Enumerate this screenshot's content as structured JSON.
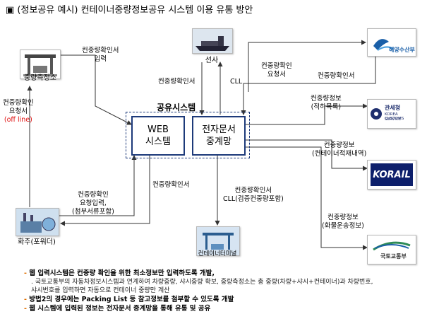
{
  "title": "▣ (정보공유 예시) 컨테이너중량정보공유 시스템 이용 유통 방안",
  "center": {
    "caption": "공유시스템",
    "web_line1": "WEB",
    "web_line2": "시스템",
    "edi_line1": "전자문서",
    "edi_line2": "중계망"
  },
  "nodes": {
    "weigh_station": "중량측정소",
    "carrier": "선사",
    "shipper": "화주(포워더)",
    "terminal": "컨테이너터미널",
    "mof": "해양수산부",
    "customs_line1": "관세청",
    "customs_line2": "KOREA CUSTOMS",
    "customs_line3": "SERVICE",
    "korail": "KORAIL",
    "molit": "국토교통부"
  },
  "labels": {
    "ws_input_1": "컨중량확인서",
    "ws_input_2": "입력",
    "req_1": "컨중량확인",
    "req_2": "요청서",
    "req_3": "(off line)",
    "carrier_cert": "컨중량확인서",
    "cll": "CLL",
    "mof_req_1": "컨중량확인",
    "mof_req_2": "요청서",
    "mof_cert": "컨중량확인서",
    "customs_1": "컨중량정보",
    "customs_2": "(적하목록)",
    "korail_1": "컨중량정보",
    "korail_2": "(컨테이너적재내역)",
    "shipper_1": "컨중량확인",
    "shipper_2": "요청입력,",
    "shipper_3": "(첨부서류포함)",
    "web_to_shipper": "컨중량확인서",
    "terminal_1": "컨중량확인서",
    "terminal_2": "CLL(검증컨중량포함)",
    "molit_1": "컨중량정보",
    "molit_2": "(화물운송정보)"
  },
  "notes": [
    {
      "prefix": "- ",
      "text": "웹 입력시스템은 컨중량 확인을 위한 최소정보만 입력하도록 개발,"
    },
    {
      "prefix": ". ",
      "text": "국토교통부의 자동차정보시스템과 연계하여 차량중량, 샤시중량 확보, 중량측정소는 총 중량(차량+샤시+컨테이너)과 차량번호,"
    },
    {
      "prefix": "",
      "text": "샤시번호를 입력하면 자동으로 컨테이너 중량만 계산"
    },
    {
      "prefix": "- ",
      "text": "방법2의 경우에는 Packing List 등 참고정보를 첨부할 수 있도록 개발"
    },
    {
      "prefix": "- ",
      "text": "웹 시스템에 입력된 정보는 전자문서 중계망을 통해 유통 및 공유"
    }
  ],
  "colors": {
    "accent": "#1d3a7a",
    "line": "#333333",
    "red": "#e01010",
    "mof_blue": "#1a5fa8",
    "customs_navy": "#1f2f6e",
    "korail_navy": "#0d1f6b",
    "molit_green": "#2e8b57"
  }
}
